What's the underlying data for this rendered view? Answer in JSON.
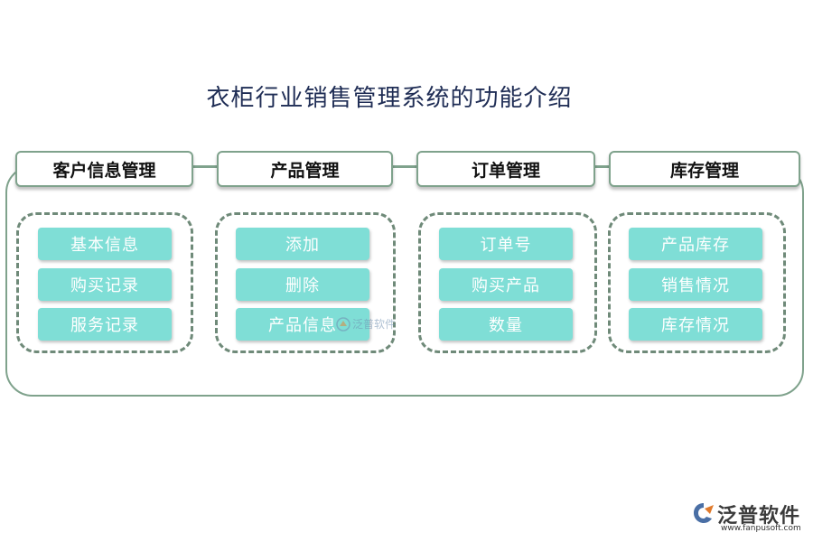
{
  "title": "衣柜行业销售管理系统的功能介绍",
  "categories": [
    {
      "label": "客户信息管理",
      "items": [
        "基本信息",
        "购买记录",
        "服务记录"
      ]
    },
    {
      "label": "产品管理",
      "items": [
        "添加",
        "删除",
        "产品信息"
      ]
    },
    {
      "label": "订单管理",
      "items": [
        "订单号",
        "购买产品",
        "数量"
      ]
    },
    {
      "label": "库存管理",
      "items": [
        "产品库存",
        "销售情况",
        "库存情况"
      ]
    }
  ],
  "watermark": {
    "text": "泛普软件"
  },
  "brand": {
    "name": "泛普软件",
    "url": "www.fanpusoft.com"
  },
  "colors": {
    "border": "#7fa28c",
    "dashed_border": "#6f8a79",
    "item_fill": "#7fded6",
    "title": "#1f2d55"
  }
}
